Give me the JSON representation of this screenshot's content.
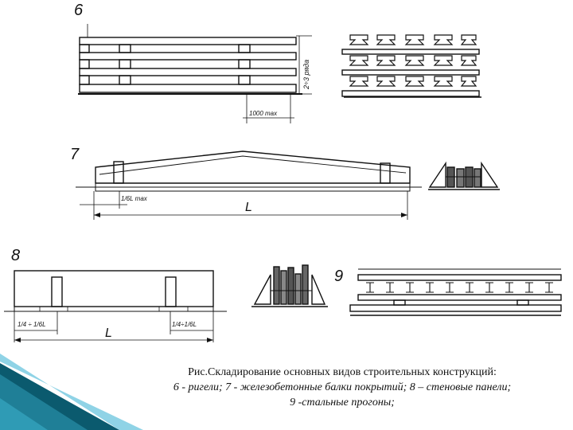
{
  "figures": {
    "f6": {
      "number": "6",
      "dim_width": "1000 max",
      "dim_rows": "2÷3 ряда"
    },
    "f7": {
      "number": "7",
      "dim_overhang": "1/6L max",
      "dim_span": "L"
    },
    "f8": {
      "number": "8",
      "dim_left": "1/4 ÷ 1/6L",
      "dim_right": "1/4÷1/6L",
      "dim_span": "L"
    },
    "f9": {
      "number": "9"
    }
  },
  "caption": {
    "line1": "Рис.Складирование основных видов строительных конструкций:",
    "line2": "6 - ригели; 7 - железобетонные балки покрытий; 8 – стеновые панели;",
    "line3": "9 -стальные прогоны;"
  },
  "colors": {
    "ink": "#111111",
    "accent_dark": "#0b5a6e",
    "accent_light": "#8fd3e6"
  }
}
